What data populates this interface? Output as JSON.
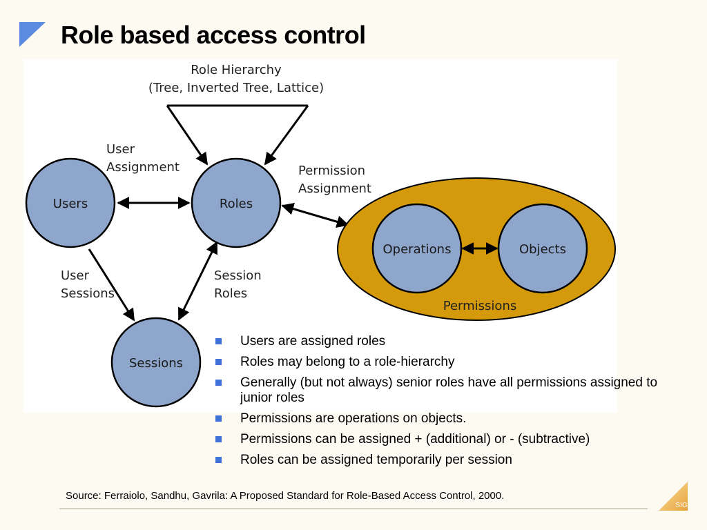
{
  "title": "Role based access control",
  "diagram": {
    "hierarchy_label_line1": "Role Hierarchy",
    "hierarchy_label_line2": "(Tree, Inverted Tree, Lattice)",
    "user_assignment_line1": "User",
    "user_assignment_line2": "Assignment",
    "permission_assignment_line1": "Permission",
    "permission_assignment_line2": "Assignment",
    "user_sessions_line1": "User",
    "user_sessions_line2": "Sessions",
    "session_roles_line1": "Session",
    "session_roles_line2": "Roles",
    "node_users": "Users",
    "node_roles": "Roles",
    "node_sessions": "Sessions",
    "node_operations": "Operations",
    "node_objects": "Objects",
    "permissions_group": "Permissions",
    "colors": {
      "node_fill": "#8ea6cc",
      "permissions_fill": "#d49a0c"
    }
  },
  "bullets": [
    "Users are assigned roles",
    "Roles may belong to a role-hierarchy",
    "Generally (but not always) senior roles have all permissions assigned to junior roles",
    "Permissions are operations on objects.",
    "Permissions can be assigned + (additional) or  - (subtractive)",
    "Roles can be assigned temporarily per session"
  ],
  "source": "Source: Ferraiolo, Sandhu, Gavrila: A Proposed Standard for Role-Based Access Control, 2000.",
  "logo_text": "SIG",
  "accent_color": "#3e72d8"
}
